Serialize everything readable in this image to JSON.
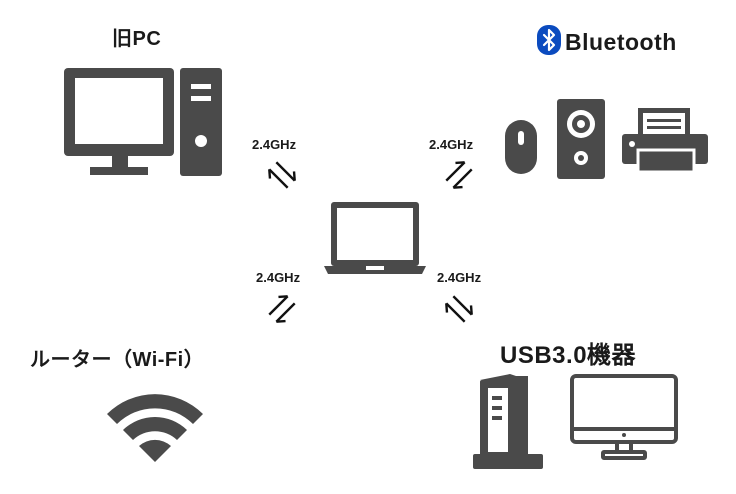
{
  "labels": {
    "old_pc": "旧PC",
    "bluetooth": "Bluetooth",
    "router": "ルーター（Wi-Fi）",
    "usb": "USB3.0機器"
  },
  "links": [
    {
      "name": "old-pc",
      "freq": "2.4GHz"
    },
    {
      "name": "bluetooth",
      "freq": "2.4GHz"
    },
    {
      "name": "router",
      "freq": "2.4GHz"
    },
    {
      "name": "usb",
      "freq": "2.4GHz"
    }
  ],
  "colors": {
    "icon": "#4a4a4a",
    "bluetooth_badge": "#0b4bbf",
    "text": "#1a1a1a"
  },
  "icons": [
    "desktop-pc-icon",
    "bluetooth-icon",
    "mouse-icon",
    "speaker-icon",
    "printer-icon",
    "laptop-icon",
    "wifi-icon",
    "tower-drive-icon",
    "monitor-icon"
  ]
}
